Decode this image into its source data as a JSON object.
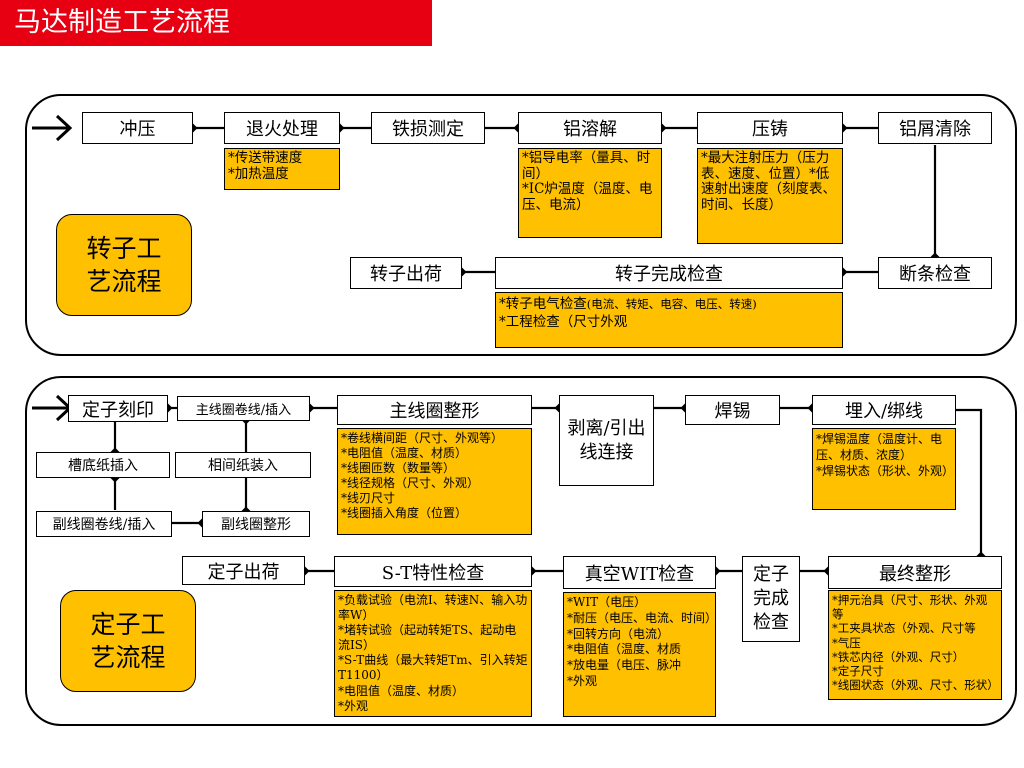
{
  "page_title": "马达制造工艺流程",
  "rotor": {
    "lane_label": "转子工艺流程",
    "steps": {
      "stamping": "冲压",
      "annealing": "退火处理",
      "iron_loss": "铁损测定",
      "al_melting": "铝溶解",
      "die_casting": "压铸",
      "chip_removal": "铝屑清除",
      "break_check": "断条检查",
      "final_check": "转子完成检查",
      "shipping": "转子出荷"
    },
    "notes": {
      "annealing": [
        "*传送带速度",
        "*加热温度"
      ],
      "al_melting": [
        "*铝导电率（量具、时间）",
        "*IC炉温度（温度、电压、电流）"
      ],
      "die_casting": [
        "*最大注射压力（压力表、速度、位置）*低速射出速度（刻度表、时间、长度）"
      ],
      "final_check_line1_main": "*转子电气检查",
      "final_check_line1_detail": "(电流、转矩、电容、电压、转速)",
      "final_check_line2": "*工程检查（尺寸外观"
    }
  },
  "stator": {
    "lane_label": "定子工艺流程",
    "steps": {
      "marking": "定子刻印",
      "main_coil_winding": "主线圈卷线/插入",
      "slot_paper": "槽底纸插入",
      "phase_paper": "相间纸装入",
      "sub_coil_winding": "副线圈卷线/插入",
      "sub_coil_shaping": "副线圈整形",
      "main_coil_shaping": "主线圈整形",
      "lead_wire": "剥离/引出线连接",
      "soldering": "焊锡",
      "binding": "埋入/绑线",
      "final_shaping": "最终整形",
      "complete_check": "定子完成检查",
      "vacuum_check": "真空WIT检查",
      "st_check": "S-T特性检查",
      "shipping": "定子出荷"
    },
    "notes": {
      "main_coil_shaping": [
        "*卷线横间距（尺寸、外观等）",
        "*电阻值（温度、材质）",
        "*线圈匝数（数量等）",
        "*线径规格（尺寸、外观）",
        "*线刃尺寸",
        "*线圈插入角度（位置）"
      ],
      "binding": [
        "*焊锡温度（温度计、电压、材质、浓度）",
        "*焊锡状态（形状、外观）"
      ],
      "st_check": [
        "*负载试验（电流I、转速N、输入功率W）",
        "*堵转试验（起动转矩TS、起动电流IS）",
        "*S-T曲线（最大转矩Tm、引入转矩T1100）",
        "*电阻值（温度、材质）",
        "*外观"
      ],
      "vacuum_check": [
        "*WIT（电压）",
        "*耐压（电压、电流、时间）",
        "*回转方向（电流）",
        "*电阻值（温度、材质",
        "*放电量（电压、脉冲",
        "*外观"
      ],
      "final_shaping": [
        "*押元治具（尺寸、形状、外观等",
        "*工夹具状态（外观、尺寸等",
        "*气压",
        "*铁芯内径（外观、尺寸）",
        "*定子尺寸",
        "*线圈状态（外观、尺寸、形状）"
      ]
    }
  },
  "colors": {
    "title_bg": "#e60012",
    "title_text": "#ffffff",
    "note_bg": "#ffc000",
    "line": "#000000"
  }
}
